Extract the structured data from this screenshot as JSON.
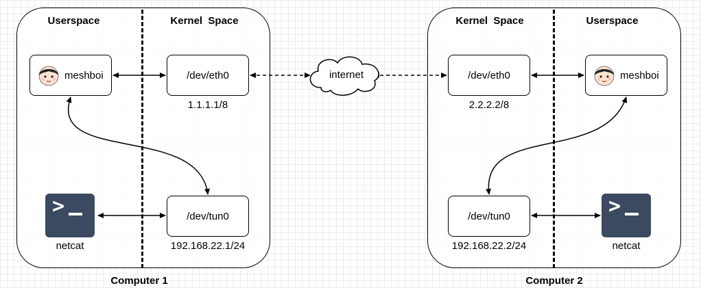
{
  "computers": [
    {
      "label": "Computer 1",
      "userspace_label": "Userspace",
      "kernel_label": "Kernel  Space",
      "app_label": "meshboi",
      "eth_label": "/dev/eth0",
      "eth_ip": "1.1.1.1/8",
      "tun_label": "/dev/tun0",
      "tun_ip": "192.168.22.1/24",
      "netcat_label": "netcat"
    },
    {
      "label": "Computer 2",
      "userspace_label": "Userspace",
      "kernel_label": "Kernel  Space",
      "app_label": "meshboi",
      "eth_label": "/dev/eth0",
      "eth_ip": "2.2.2.2/8",
      "tun_label": "/dev/tun0",
      "tun_ip": "192.168.22.2/24",
      "netcat_label": "netcat"
    }
  ],
  "internet_label": "internet",
  "icons": {
    "app": "boy-avatar-icon",
    "netcat": "terminal-icon",
    "internet": "cloud-icon"
  },
  "colors": {
    "terminal": "#3b4a60",
    "avatar_hair": "#222222",
    "avatar_skin": "#fde3cf"
  }
}
